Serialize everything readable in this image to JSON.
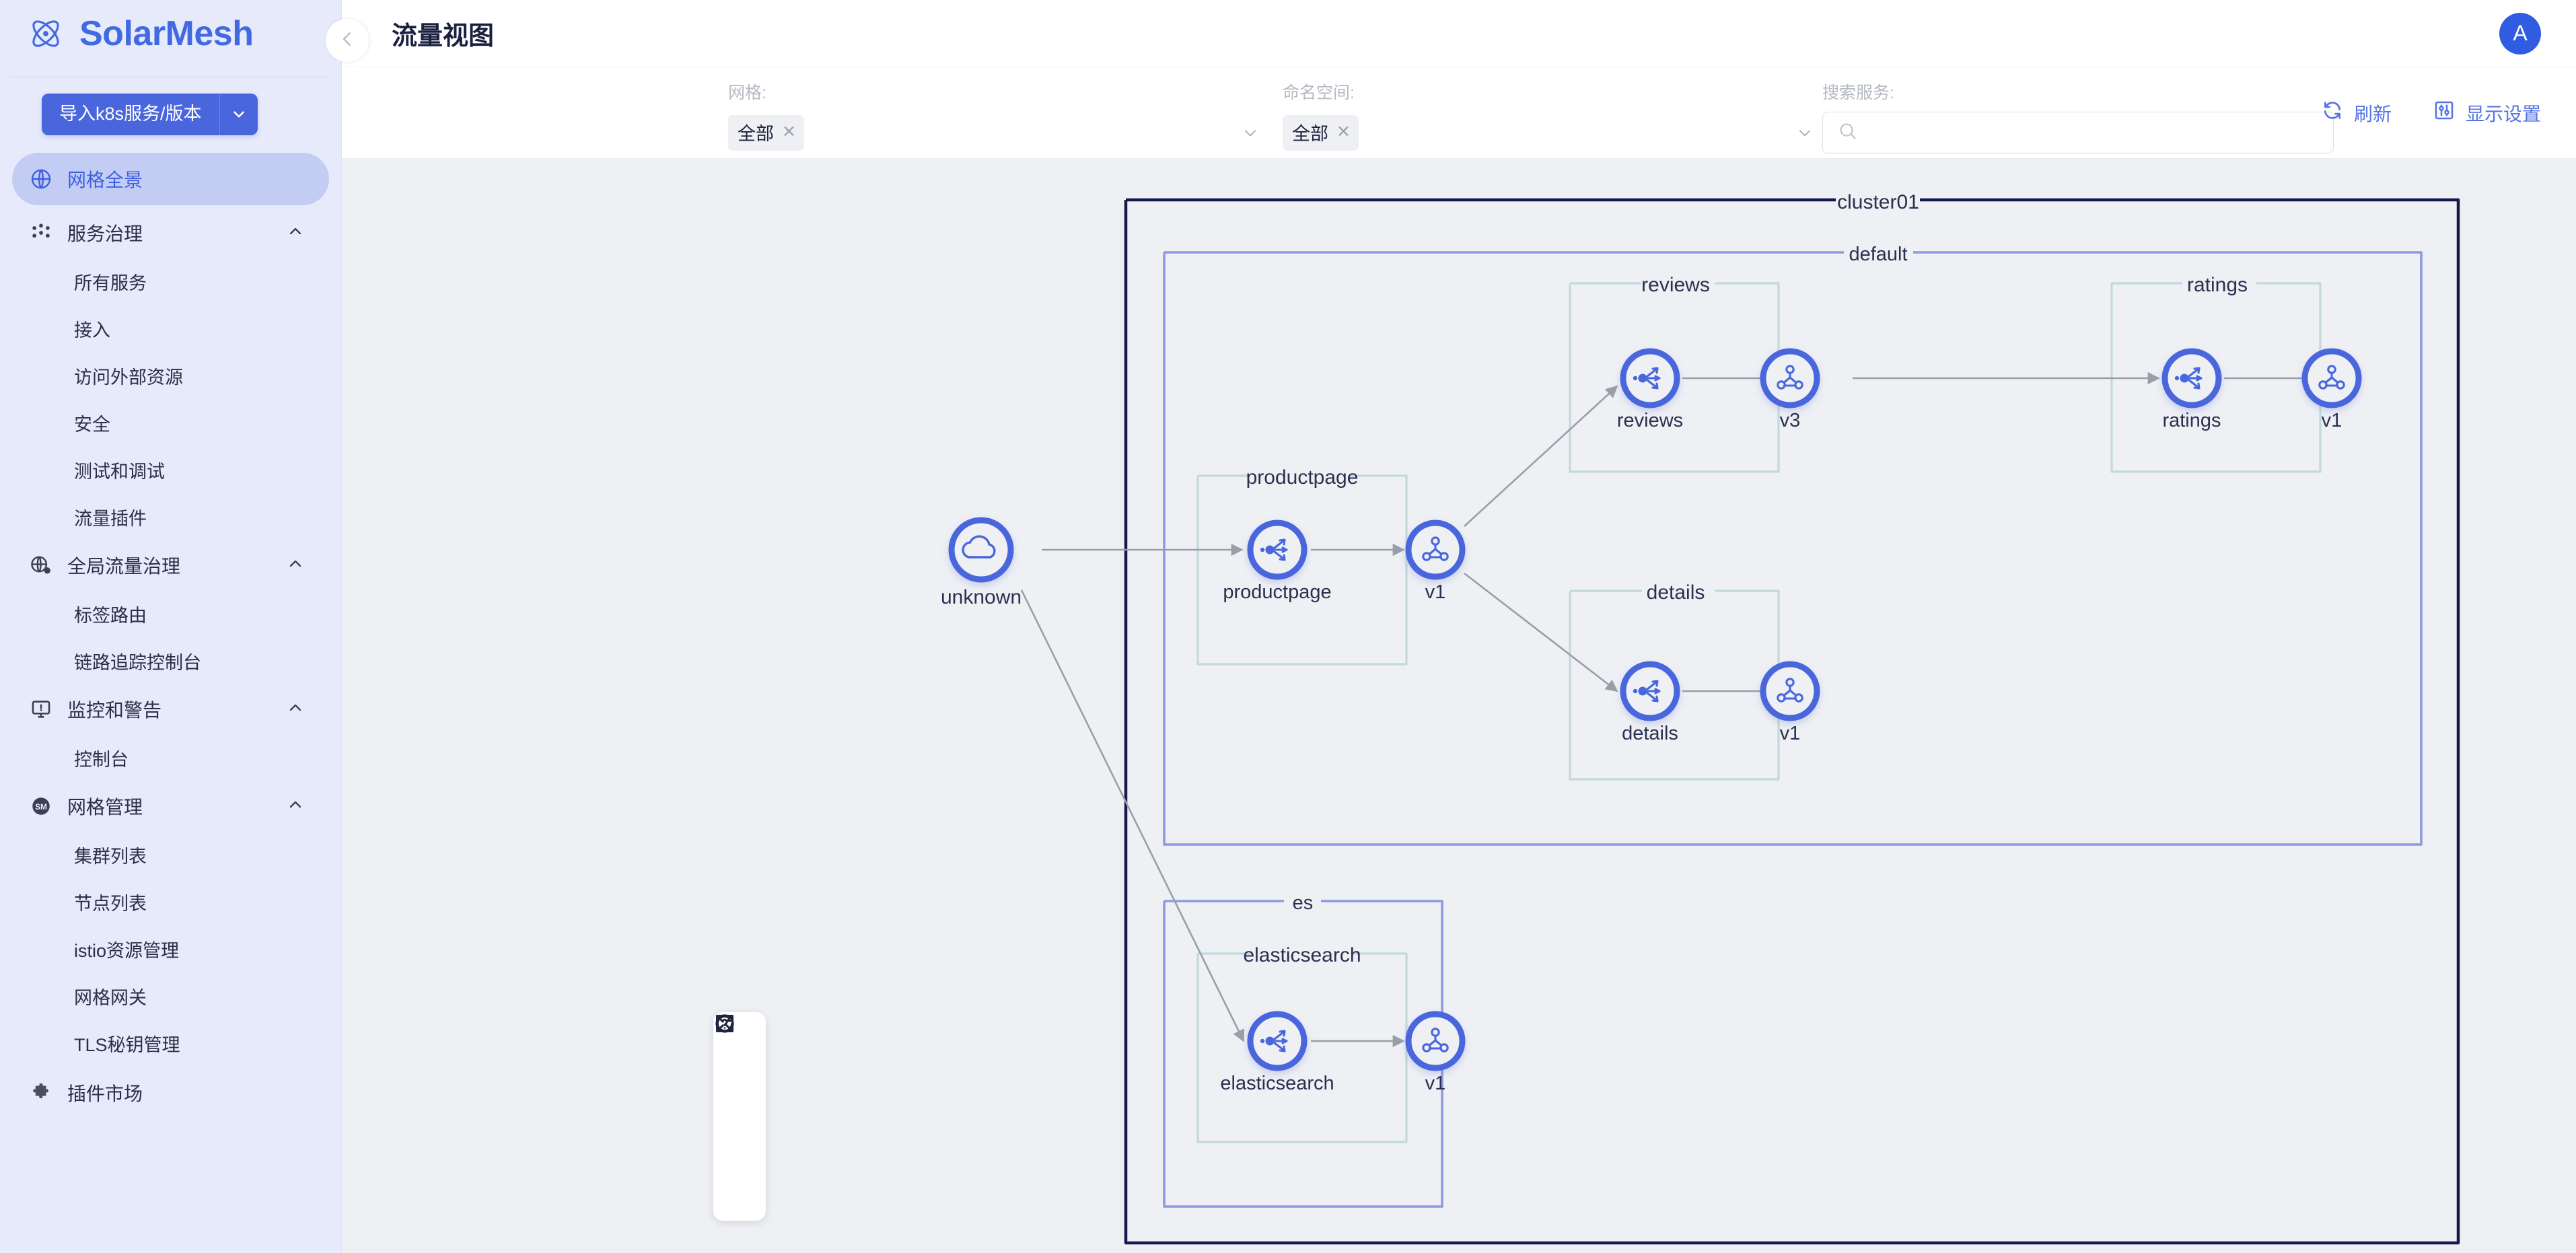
{
  "brand": {
    "name": "SolarMesh",
    "logo_icon": "atom-logo-icon"
  },
  "sidebar": {
    "import_button": {
      "label": "导入k8s服务/版本",
      "caret_icon": "chevron-down-icon"
    },
    "items": [
      {
        "label": "网格全景",
        "icon": "globe-icon",
        "type": "top",
        "active": true
      },
      {
        "label": "服务治理",
        "icon": "dots-grid-icon",
        "type": "group",
        "chevron": "chevron-up-icon"
      },
      {
        "label": "所有服务",
        "type": "sub"
      },
      {
        "label": "接入",
        "type": "sub"
      },
      {
        "label": "访问外部资源",
        "type": "sub"
      },
      {
        "label": "安全",
        "type": "sub"
      },
      {
        "label": "测试和调试",
        "type": "sub"
      },
      {
        "label": "流量插件",
        "type": "sub"
      },
      {
        "label": "全局流量治理",
        "icon": "globe-gear-icon",
        "type": "group",
        "chevron": "chevron-up-icon"
      },
      {
        "label": "标签路由",
        "type": "sub"
      },
      {
        "label": "链路追踪控制台",
        "type": "sub"
      },
      {
        "label": "监控和警告",
        "icon": "monitor-alert-icon",
        "type": "group",
        "chevron": "chevron-up-icon"
      },
      {
        "label": "控制台",
        "type": "sub"
      },
      {
        "label": "网格管理",
        "icon": "mesh-badge-icon",
        "type": "group",
        "chevron": "chevron-up-icon"
      },
      {
        "label": "集群列表",
        "type": "sub"
      },
      {
        "label": "节点列表",
        "type": "sub"
      },
      {
        "label": "istio资源管理",
        "type": "sub"
      },
      {
        "label": "网格网关",
        "type": "sub"
      },
      {
        "label": "TLS秘钥管理",
        "type": "sub"
      },
      {
        "label": "插件市场",
        "icon": "puzzle-icon",
        "type": "top"
      }
    ]
  },
  "header": {
    "title": "流量视图",
    "collapse_icon": "chevron-left-icon",
    "avatar_initial": "A"
  },
  "filters": {
    "mesh": {
      "label": "网格:",
      "value": "全部",
      "remove_icon": "close-x-icon",
      "caret_icon": "chevron-down-icon"
    },
    "namespace": {
      "label": "命名空间:",
      "value": "全部",
      "remove_icon": "close-x-icon",
      "caret_icon": "chevron-down-icon"
    },
    "search": {
      "label": "搜索服务:",
      "placeholder": "",
      "value": "",
      "icon": "search-icon"
    }
  },
  "toolbar": {
    "refresh": {
      "label": "刷新",
      "icon": "refresh-icon"
    },
    "display_settings": {
      "label": "显示设置",
      "icon": "sliders-icon"
    }
  },
  "graph_controls": [
    {
      "name": "expand-button",
      "icon": "expand-arrows-icon"
    },
    {
      "name": "fit-screen-button",
      "icon": "fit-frame-icon"
    },
    {
      "name": "reload-button",
      "icon": "reload-icon"
    },
    {
      "name": "help-button",
      "icon": "question-circle-icon"
    }
  ],
  "graph": {
    "colors": {
      "cluster_border": "#14184a",
      "namespace_border": "#8c9ae0",
      "service_border": "#c3d9d9",
      "node_ring": "#4a66dd",
      "edge": "#9a9ea8"
    },
    "clusters": [
      {
        "label": "cluster01"
      }
    ],
    "namespaces": [
      {
        "label": "default"
      },
      {
        "label": "es"
      }
    ],
    "service_groups": [
      {
        "label": "productpage"
      },
      {
        "label": "reviews"
      },
      {
        "label": "ratings"
      },
      {
        "label": "details"
      },
      {
        "label": "elasticsearch"
      }
    ],
    "nodes": [
      {
        "id": "unknown",
        "label": "unknown",
        "icon": "cloud-icon",
        "kind": "external"
      },
      {
        "id": "productpage",
        "label": "productpage",
        "icon": "service-icon",
        "kind": "service"
      },
      {
        "id": "productpage-v1",
        "label": "v1",
        "icon": "workload-icon",
        "kind": "version"
      },
      {
        "id": "reviews",
        "label": "reviews",
        "icon": "service-icon",
        "kind": "service"
      },
      {
        "id": "reviews-v3",
        "label": "v3",
        "icon": "workload-icon",
        "kind": "version"
      },
      {
        "id": "ratings",
        "label": "ratings",
        "icon": "service-icon",
        "kind": "service"
      },
      {
        "id": "ratings-v1",
        "label": "v1",
        "icon": "workload-icon",
        "kind": "version"
      },
      {
        "id": "details",
        "label": "details",
        "icon": "service-icon",
        "kind": "service"
      },
      {
        "id": "details-v1",
        "label": "v1",
        "icon": "workload-icon",
        "kind": "version"
      },
      {
        "id": "elasticsearch",
        "label": "elasticsearch",
        "icon": "service-icon",
        "kind": "service"
      },
      {
        "id": "elasticsearch-v1",
        "label": "v1",
        "icon": "workload-icon",
        "kind": "version"
      }
    ],
    "edges": [
      {
        "from": "unknown",
        "to": "productpage"
      },
      {
        "from": "unknown",
        "to": "elasticsearch"
      },
      {
        "from": "productpage",
        "to": "productpage-v1"
      },
      {
        "from": "productpage-v1",
        "to": "reviews"
      },
      {
        "from": "productpage-v1",
        "to": "details"
      },
      {
        "from": "reviews",
        "to": "reviews-v3"
      },
      {
        "from": "reviews-v3",
        "to": "ratings"
      },
      {
        "from": "ratings",
        "to": "ratings-v1"
      },
      {
        "from": "details",
        "to": "details-v1"
      },
      {
        "from": "elasticsearch",
        "to": "elasticsearch-v1"
      }
    ]
  }
}
